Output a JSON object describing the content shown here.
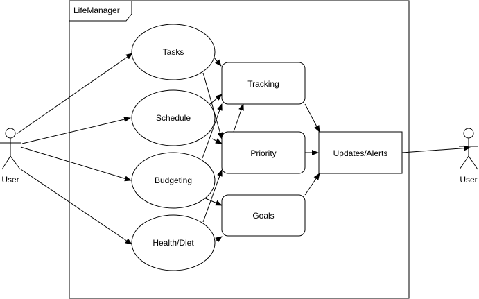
{
  "system": {
    "title": "LifeManager"
  },
  "actors": {
    "left": {
      "label": "User"
    },
    "right": {
      "label": "User"
    }
  },
  "use_cases": {
    "tasks": "Tasks",
    "schedule": "Schedule",
    "budgeting": "Budgeting",
    "health_diet": "Health/Diet"
  },
  "processes": {
    "tracking": "Tracking",
    "priority": "Priority",
    "goals": "Goals",
    "updates_alerts": "Updates/Alerts"
  },
  "colors": {
    "stroke": "#000000",
    "fill": "#ffffff"
  }
}
